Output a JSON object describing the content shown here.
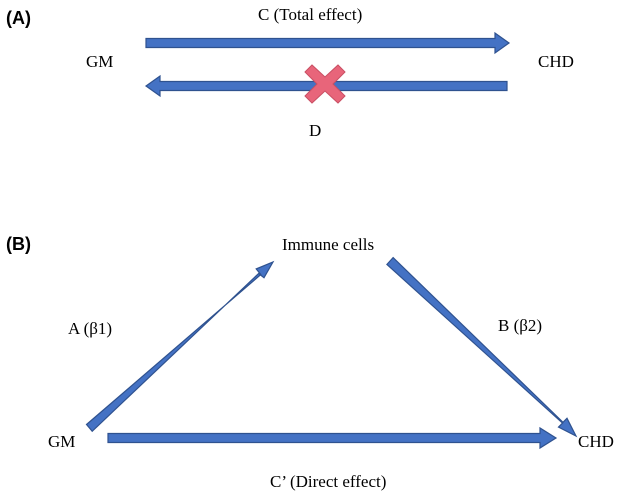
{
  "panel_a": {
    "label": "(A)",
    "source": "GM",
    "target": "CHD",
    "forward_label": "C (Total effect)",
    "reverse_label": "D"
  },
  "panel_b": {
    "label": "(B)",
    "source": "GM",
    "mediator": "Immune cells",
    "target": "CHD",
    "path_a_label": "A (β1)",
    "path_b_label": "B (β2)",
    "direct_label": "C’ (Direct effect)"
  },
  "colors": {
    "arrow_fill": "#4472c4",
    "arrow_stroke": "#2f528f",
    "cross_fill": "#e8657a"
  },
  "icons": {
    "blocked_marker": "cross-icon"
  }
}
